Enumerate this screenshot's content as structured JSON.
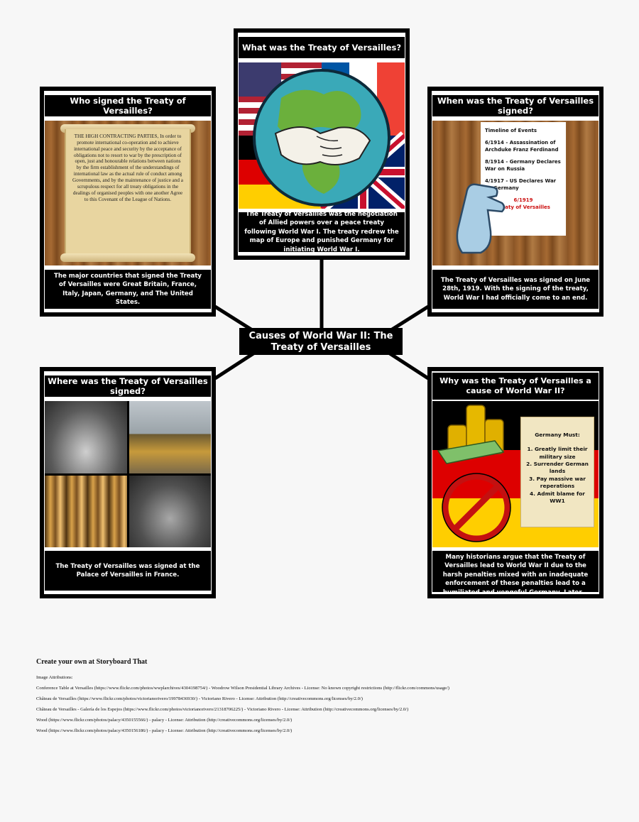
{
  "center_title": "Causes of World War II: The Treaty of Versailles",
  "cells": {
    "top_center": {
      "title": "What was the Treaty of Versailles?",
      "caption": "The Treaty of Versailles was the negotiation of Allied powers over a peace treaty following World War I. The treaty redrew the map of Europe and punished Germany for initiating World War I."
    },
    "top_left": {
      "title": "Who signed the Treaty of Versailles?",
      "scroll_text": "THE HIGH CONTRACTING PARTIES, In order to promote international co-operation and to achieve international peace and security by the acceptance of obligations not to resort to war by the prescription of open, just and honourable relations between nations by the firm establishment of the understandings of international law as the actual rule of conduct among Governments, and by the maintenance of justice and a scrupulous respect for all treaty obligations in the dealings of organised peoples with one another Agree to this Covenant of the League of Nations.",
      "caption": "The major countries that signed the Treaty of Versailles were Great Britain, France, Italy, Japan, Germany, and The United States."
    },
    "top_right": {
      "title": "When was the Treaty of Versailles signed?",
      "timeline_title": "Timeline of Events",
      "events": [
        "6/1914 - Assassination of Archduke Franz Ferdinand",
        "8/1914 - Germany Declares War on Russia",
        "4/1917 - US Declares War on Germany"
      ],
      "highlight_date": "6/1919",
      "highlight_event": "Treaty of Versailles",
      "caption": "The Treaty of Versailles was signed on June 28th, 1919. With the signing of the treaty, World War I had officially come to an end."
    },
    "bottom_left": {
      "title": "Where was the Treaty of Versailles signed?",
      "caption": "The Treaty of Versailles was signed at the Palace of Versailles in France."
    },
    "bottom_right": {
      "title": "Why was the Treaty of Versailles a cause of World War II?",
      "scroll_heading": "Germany Must:",
      "scroll_items": [
        "1. Greatly limit their military size",
        "2. Surrender German lands",
        "3. Pay massive war reperations",
        "4. Admit blame for WW1"
      ],
      "caption": "Many historians argue that the Treaty of Versailles lead to World War II due to the harsh penalties mixed with an inadequate enforcement of these penalties lead to a humiliated and vengeful Germany. Later..."
    }
  },
  "credits": {
    "title": "Create your own at Storyboard That",
    "heading": "Image Attributions:",
    "lines": [
      "Conference Table at Versailles (https://www.flickr.com/photos/wwplarchives/4304198754/) - Woodrow Wilson Presidential Library Archives - License: No known copyright restrictions (http://flickr.com/commons/usage/)",
      "Château de Versailles (https://www.flickr.com/photos/victorianorivero/19978436930/) - Victoriano Rivero - License: Attribution (http://creativecommons.org/licenses/by/2.0/)",
      "Château de Versailles - Galería de los Espejos (https://www.flickr.com/photos/victorianorivero/21318706225/) - Victoriano Rivero - License: Attribution (http://creativecommons.org/licenses/by/2.0/)",
      "Wood (https://www.flickr.com/photos/palacy/4350155566/) - palacy - License: Attribution (http://creativecommons.org/licenses/by/2.0/)",
      "Wood (https://www.flickr.com/photos/palacy/4350156186/) - palacy - License: Attribution (http://creativecommons.org/licenses/by/2.0/)"
    ]
  },
  "colors": {
    "frame": "#000000",
    "background": "#f7f7f7",
    "highlight_red": "#cc1111"
  }
}
